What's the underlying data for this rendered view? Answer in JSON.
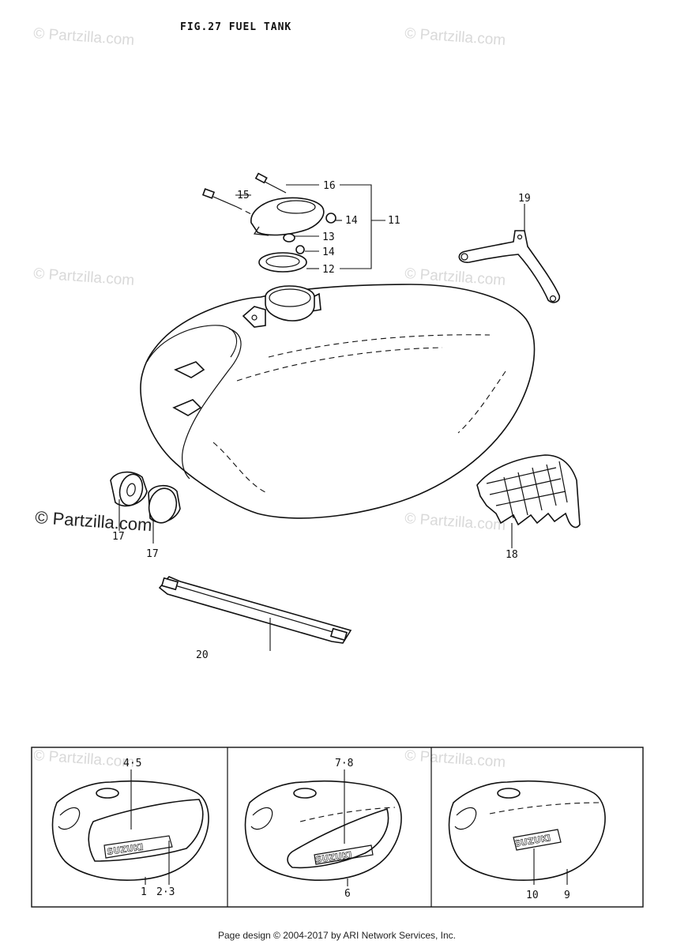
{
  "figure": {
    "title": "FIG.27  FUEL TANK"
  },
  "watermarks": {
    "light": "© Partzilla.com",
    "dark": "© Partzilla.com"
  },
  "callouts": {
    "c11": "11",
    "c12": "12",
    "c13": "13",
    "c14a": "14",
    "c14b": "14",
    "c15": "15",
    "c16": "16",
    "c17a": "17",
    "c17b": "17",
    "c18": "18",
    "c19": "19",
    "c20": "20"
  },
  "variants": {
    "v1": {
      "top": "4·5",
      "bottom_left": "1",
      "bottom_right": "2·3",
      "emblem": "SUZUKI"
    },
    "v2": {
      "top": "7·8",
      "bottom": "6",
      "emblem": "SUZUKI"
    },
    "v3": {
      "bottom_left": "10",
      "bottom_right": "9",
      "emblem": "SUZUKI"
    }
  },
  "footer": "Page design © 2004-2017 by ARI Network Services, Inc."
}
